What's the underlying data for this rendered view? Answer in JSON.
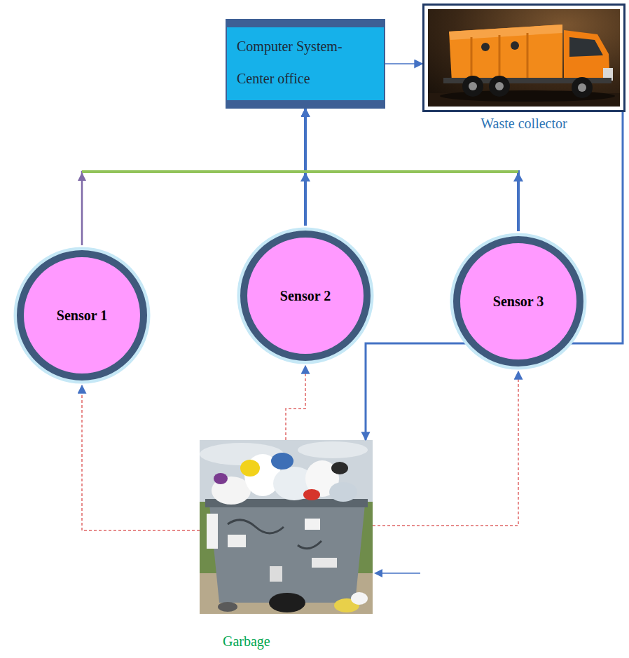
{
  "diagram": {
    "nodes": [
      {
        "text": [
          "Computer System- Center office"
        ]
      },
      {
        "text": [
          "Waste collector"
        ]
      },
      {
        "text": [
          "Sensor 1"
        ]
      },
      {
        "text": [
          "Sensor 2"
        ]
      },
      {
        "text": [
          "Sensor 3"
        ]
      },
      {
        "text": [
          "Garbage"
        ]
      }
    ],
    "edges": [
      {
        "from": 2,
        "to": 0,
        "arrow": "to"
      },
      {
        "from": 3,
        "to": 0,
        "arrow": "to"
      },
      {
        "from": 4,
        "to": 0,
        "arrow": "to"
      },
      {
        "from": 0,
        "to": 1,
        "arrow": "to"
      },
      {
        "from": 5,
        "to": 2,
        "arrow": "to"
      },
      {
        "from": 5,
        "to": 3,
        "arrow": "to"
      },
      {
        "from": 5,
        "to": 4,
        "arrow": "to"
      },
      {
        "from": 1,
        "to": 5,
        "arrow": "to"
      }
    ]
  }
}
